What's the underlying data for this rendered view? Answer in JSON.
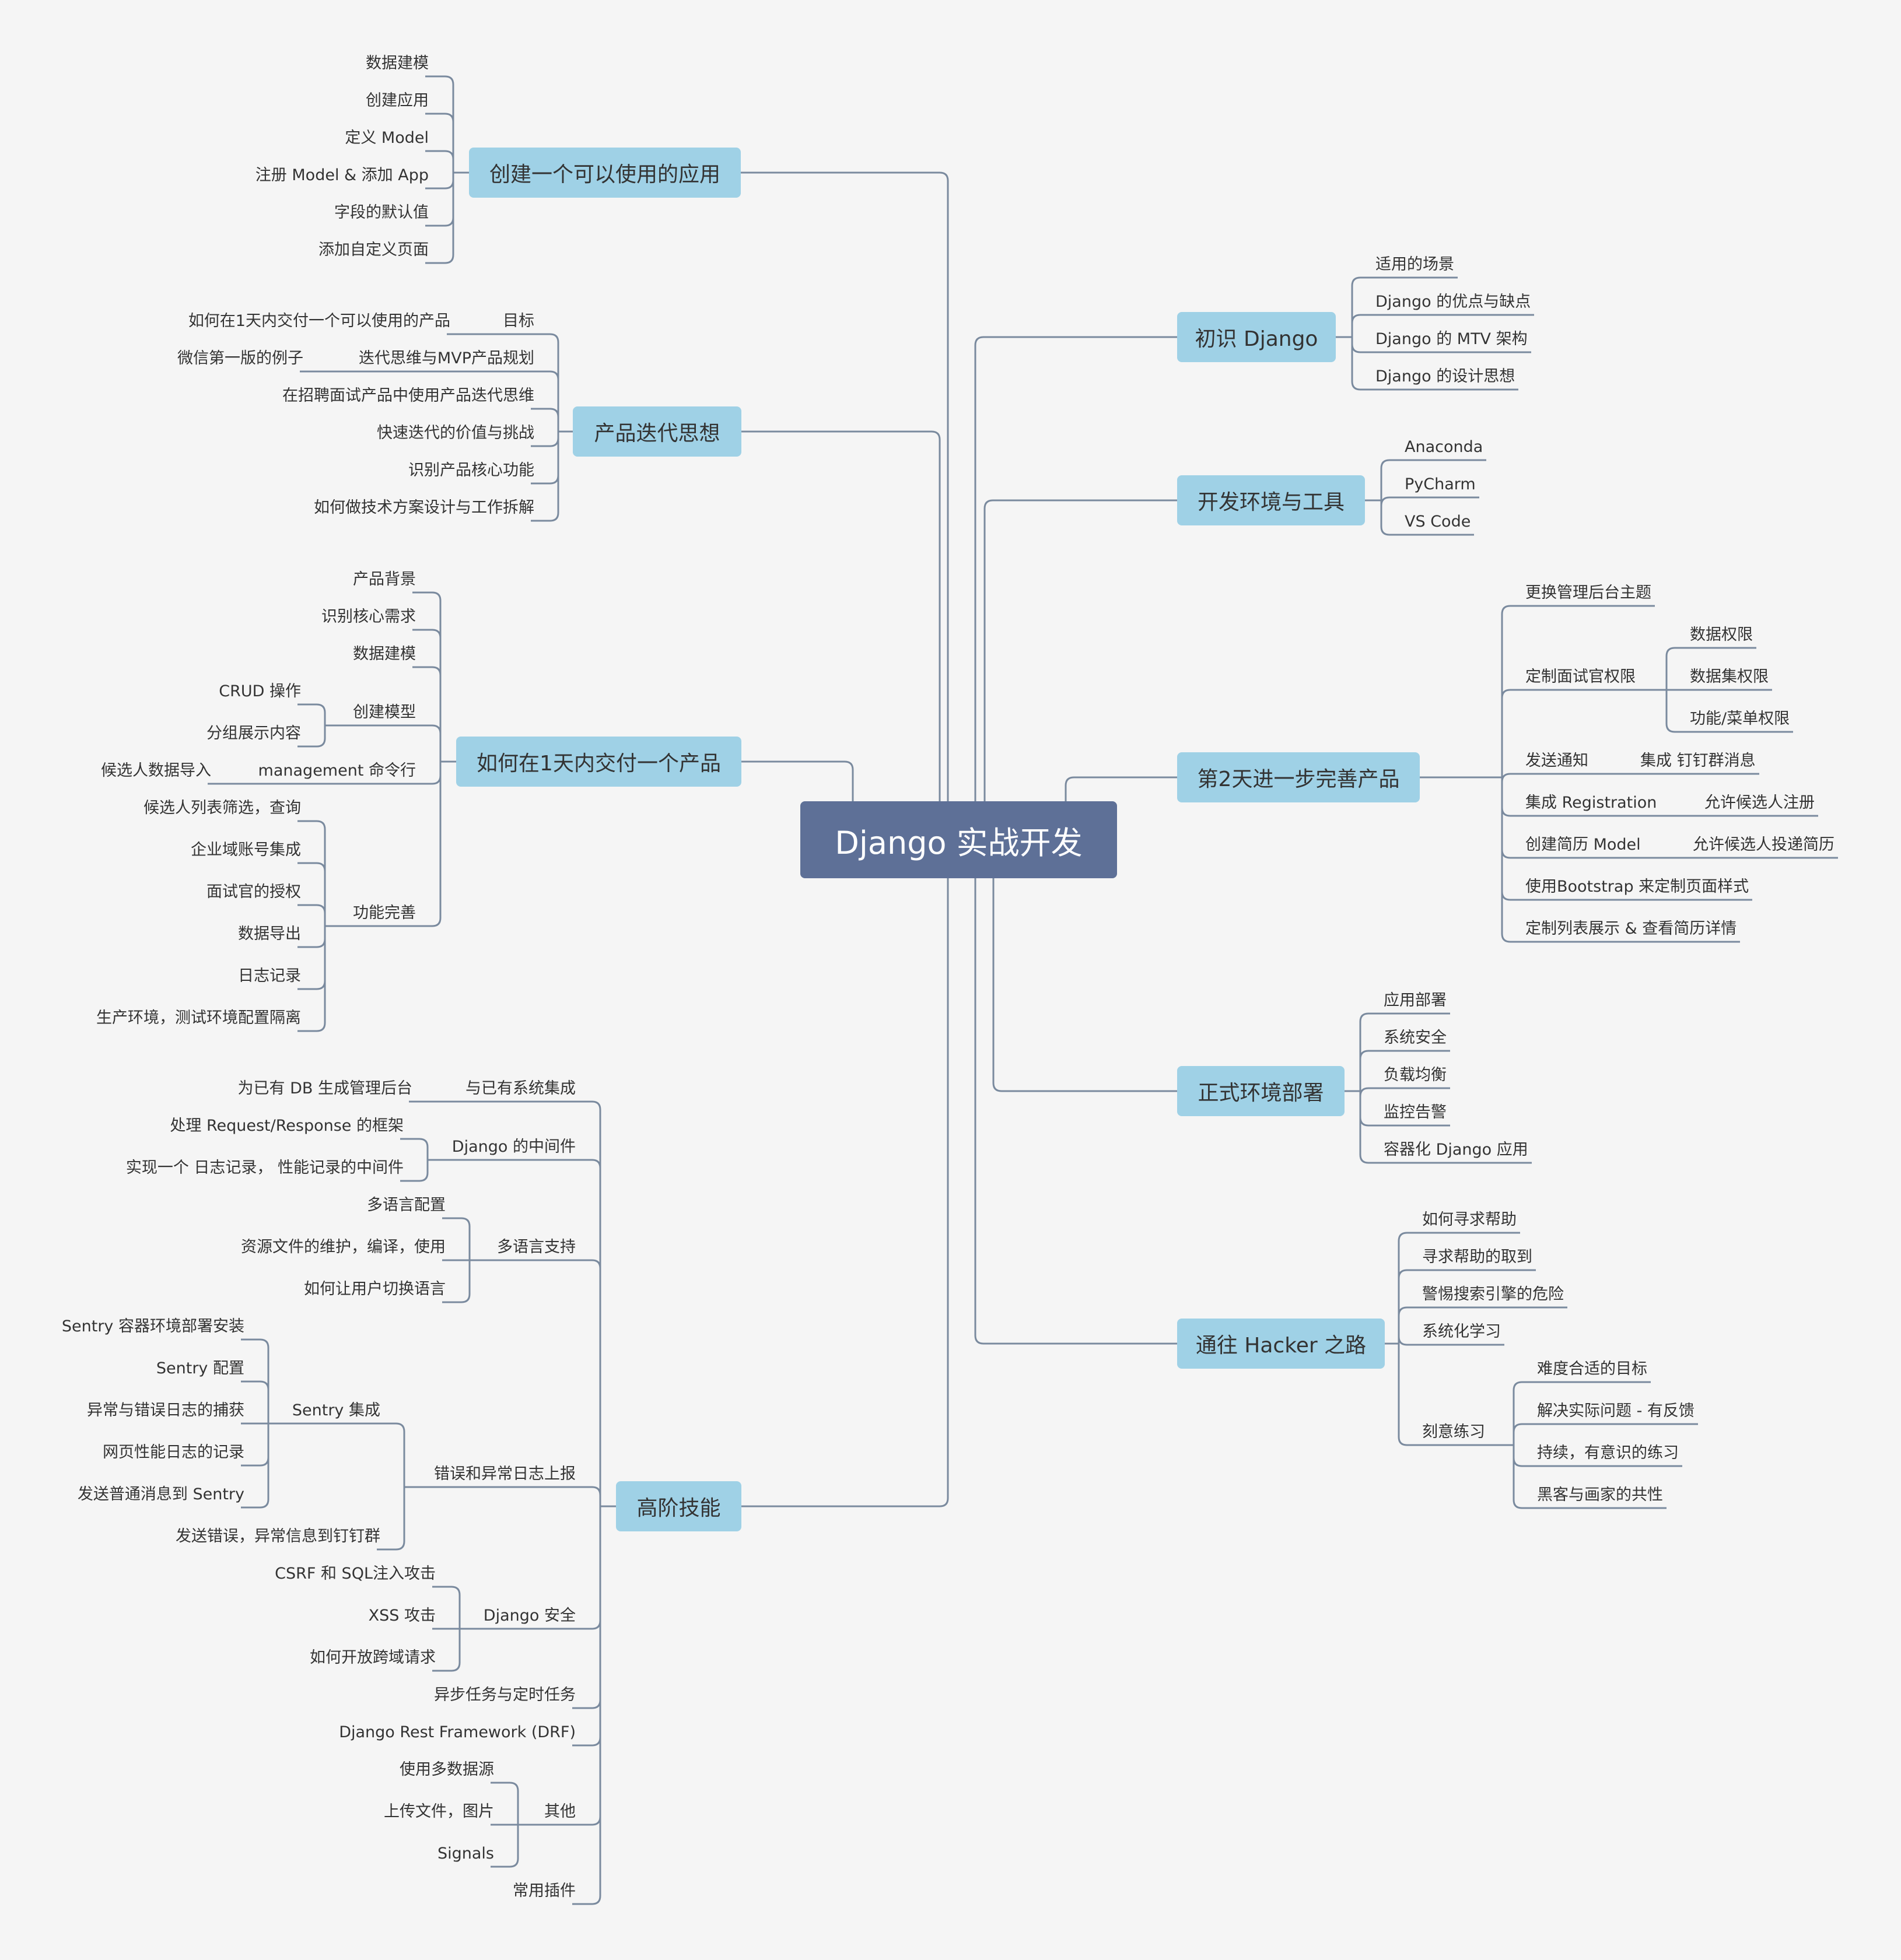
{
  "root": "Django 实战开发",
  "branches": {
    "create_app": {
      "title": "创建一个可以使用的应用",
      "items": [
        "数据建模",
        "创建应用",
        "定义 Model",
        "注册 Model & 添加 App",
        "字段的默认值",
        "添加自定义页面"
      ]
    },
    "iteration": {
      "title": "产品迭代思想",
      "goal": "目标",
      "goal_child": "如何在1天内交付一个可以使用的产品",
      "mvp": "迭代思维与MVP产品规划",
      "mvp_child": "微信第一版的例子",
      "items": [
        "在招聘面试产品中使用产品迭代思维",
        "快速迭代的价值与挑战",
        "识别产品核心功能",
        "如何做技术方案设计与工作拆解"
      ]
    },
    "one_day": {
      "title": "如何在1天内交付一个产品",
      "items": [
        "产品背景",
        "识别核心需求",
        "数据建模"
      ],
      "model": "创建模型",
      "model_children": [
        "CRUD 操作",
        "分组展示内容"
      ],
      "mgmt": "management 命令行",
      "mgmt_child": "候选人数据导入",
      "func": "功能完善",
      "func_children": [
        "候选人列表筛选，查询",
        "企业域账号集成",
        "面试官的授权",
        "数据导出",
        "日志记录",
        "生产环境，测试环境配置隔离"
      ]
    },
    "advanced": {
      "title": "高阶技能",
      "integrate": "与已有系统集成",
      "integrate_child": "为已有 DB 生成管理后台",
      "middleware": "Django 的中间件",
      "middleware_children": [
        "处理 Request/Response 的框架",
        "实现一个 日志记录， 性能记录的中间件"
      ],
      "i18n": "多语言支持",
      "i18n_children": [
        "多语言配置",
        "资源文件的维护，编译，使用",
        "如何让用户切换语言"
      ],
      "errors": "错误和异常日志上报",
      "sentry": "Sentry 集成",
      "sentry_children": [
        "Sentry 容器环境部署安装",
        "Sentry 配置",
        "异常与错误日志的捕获",
        "网页性能日志的记录",
        "发送普通消息到 Sentry"
      ],
      "dingtalk": "发送错误，异常信息到钉钉群",
      "security": "Django 安全",
      "security_children": [
        "CSRF 和 SQL注入攻击",
        "XSS 攻击",
        "如何开放跨域请求"
      ],
      "async": "异步任务与定时任务",
      "drf": "Django Rest Framework (DRF)",
      "other": "其他",
      "other_children": [
        "使用多数据源",
        "上传文件，图片",
        "Signals"
      ],
      "plugins": "常用插件"
    },
    "intro": {
      "title": "初识 Django",
      "items": [
        "适用的场景",
        "Django 的优点与缺点",
        "Django 的 MTV 架构",
        "Django 的设计思想"
      ]
    },
    "env": {
      "title": "开发环境与工具",
      "items": [
        "Anaconda",
        "PyCharm",
        "VS Code"
      ]
    },
    "day2": {
      "title": "第2天进一步完善产品",
      "theme": "更换管理后台主题",
      "perm": "定制面试官权限",
      "perm_children": [
        "数据权限",
        "数据集权限",
        "功能/菜单权限"
      ],
      "notify": "发送通知",
      "notify_child": "集成 钉钉群消息",
      "reg": "集成 Registration",
      "reg_child": "允许候选人注册",
      "resume": "创建简历 Model",
      "resume_child": "允许候选人投递简历",
      "bootstrap": "使用Bootstrap 来定制页面样式",
      "list": "定制列表展示 & 查看简历详情"
    },
    "deploy": {
      "title": "正式环境部署",
      "items": [
        "应用部署",
        "系统安全",
        "负载均衡",
        "监控告警",
        "容器化 Django 应用"
      ]
    },
    "hacker": {
      "title": "通往 Hacker 之路",
      "items": [
        "如何寻求帮助",
        "寻求帮助的取到",
        "警惕搜索引擎的危险",
        "系统化学习"
      ],
      "practice": "刻意练习",
      "practice_children": [
        "难度合适的目标",
        "解决实际问题 - 有反馈",
        "持续，有意识的练习",
        "黑客与画家的共性"
      ]
    }
  },
  "colors": {
    "background": "#f5f5f5",
    "root_fill": "#5e7097",
    "topic_fill": "#9fd1e6",
    "line": "#7a8a9e",
    "text": "#333333"
  }
}
